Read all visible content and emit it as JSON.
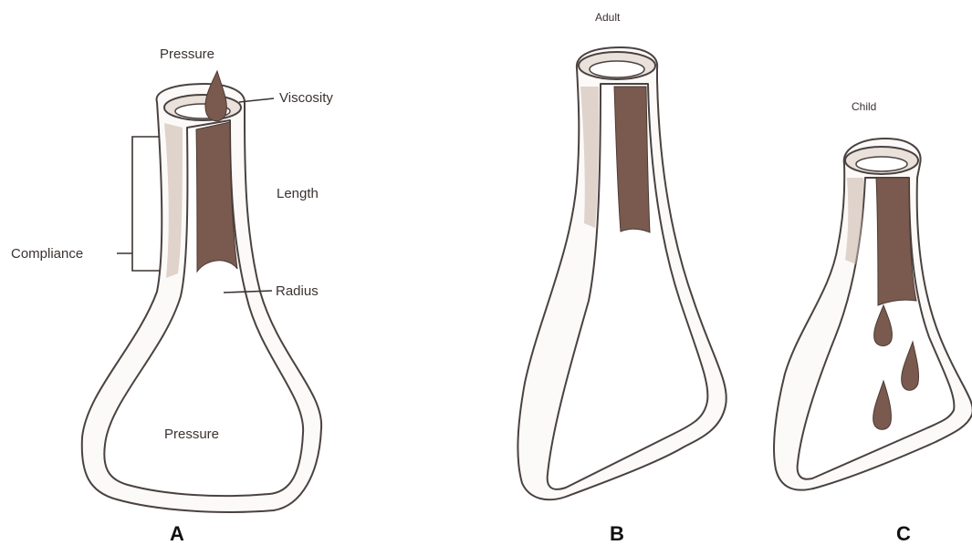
{
  "panels": {
    "a": {
      "letter": "A",
      "labels": {
        "pressure_top": "Pressure",
        "viscosity": "Viscosity",
        "length": "Length",
        "compliance": "Compliance",
        "radius": "Radius",
        "pressure_bottom": "Pressure"
      }
    },
    "b": {
      "letter": "B",
      "title": "Adult"
    },
    "c": {
      "letter": "C",
      "title": "Child"
    }
  },
  "colors": {
    "outline": "#4a4240",
    "lumen_fill": "#7a5a4e",
    "wall_shade": "#c9b3a6"
  }
}
